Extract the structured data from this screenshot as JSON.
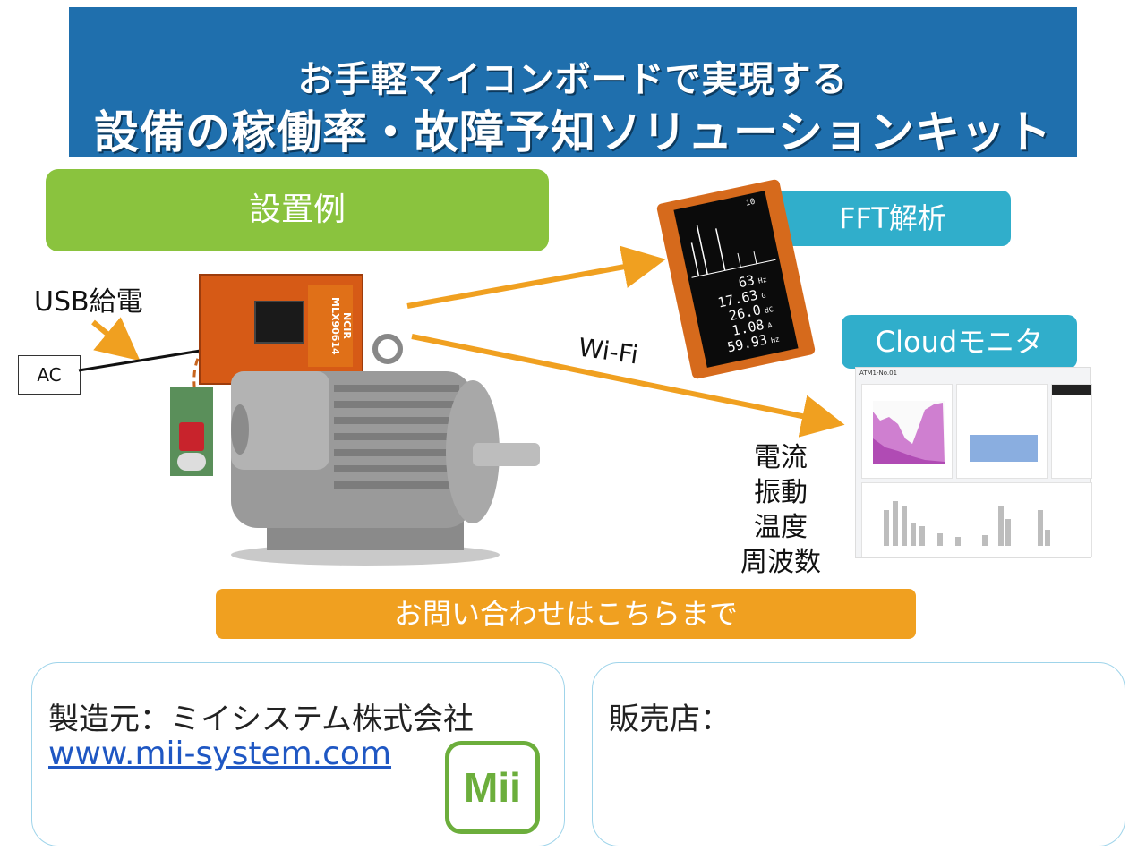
{
  "header": {
    "title_line1": "お手軽マイコンボードで実現する",
    "title_line2": "設備の稼働率・故障予知ソリューションキット"
  },
  "labels": {
    "install_example": "設置例",
    "fft": "FFT解析",
    "cloud": "Cloudモニタ",
    "usb_power": "USB給電",
    "ac": "AC",
    "wifi": "Wi-Fi",
    "measurements": [
      "電流",
      "振動",
      "温度",
      "周波数"
    ],
    "contact": "お問い合わせはこちらまで"
  },
  "footer": {
    "maker": "製造元：ミイシステム株式会社",
    "url": "www.mii-system.com",
    "dealer": "販売店：",
    "logo_text": "Mii"
  },
  "sensor_device": {
    "brand_text": "NCIR",
    "model_text": "MLX90614"
  },
  "fft_display": {
    "corner": "10",
    "readings": [
      {
        "value": "63",
        "unit": "Hz"
      },
      {
        "value": "17.63",
        "unit": "G"
      },
      {
        "value": "26.0",
        "unit": "dC"
      },
      {
        "value": "1.08",
        "unit": "A"
      },
      {
        "value": "59.93",
        "unit": "Hz"
      }
    ]
  },
  "dashboard": {
    "title": "ATM1-No.01"
  },
  "colors": {
    "banner": "#1f6fad",
    "green": "#8ac33e",
    "cyan": "#30aecb",
    "orange": "#f0a020",
    "arrow": "#f0a020"
  }
}
